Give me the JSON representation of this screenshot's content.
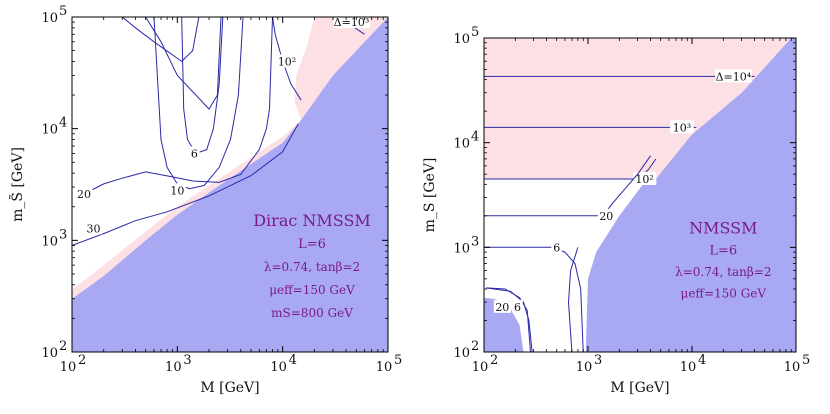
{
  "chart_data": [
    {
      "type": "contour",
      "xlabel": "M  [GeV]",
      "ylabel": "m_S̃  [GeV]",
      "xscale": "log",
      "yscale": "log",
      "xlim": [
        100,
        100000
      ],
      "ylim": [
        100,
        100000
      ],
      "x_ticks": [
        {
          "value": 100,
          "label": "10",
          "exp": "2"
        },
        {
          "value": 1000,
          "label": "10",
          "exp": "3"
        },
        {
          "value": 10000,
          "label": "10",
          "exp": "4"
        },
        {
          "value": 100000,
          "label": "10",
          "exp": "5"
        }
      ],
      "y_ticks": [
        {
          "value": 100,
          "label": "10",
          "exp": "2"
        },
        {
          "value": 1000,
          "label": "10",
          "exp": "3"
        },
        {
          "value": 10000,
          "label": "10",
          "exp": "4"
        },
        {
          "value": 100000,
          "label": "10",
          "exp": "5"
        }
      ],
      "regions": [
        {
          "name": "excluded",
          "color": "#a9a9f3",
          "boundary": [
            [
              100,
              300
            ],
            [
              200,
              480
            ],
            [
              500,
              1000
            ],
            [
              1000,
              1700
            ],
            [
              3000,
              3500
            ],
            [
              10000,
              7500
            ],
            [
              15000,
              12000
            ],
            [
              30000,
              30000
            ],
            [
              60000,
              60000
            ],
            [
              100000,
              100000
            ]
          ]
        },
        {
          "name": "pink",
          "color": "#fde0e3",
          "boundary_low": [
            [
              100,
              300
            ],
            [
              200,
              480
            ],
            [
              500,
              1000
            ],
            [
              1000,
              1700
            ],
            [
              3000,
              3500
            ],
            [
              10000,
              7500
            ],
            [
              15000,
              12000
            ]
          ],
          "boundary_high": [
            [
              100,
              360
            ],
            [
              200,
              600
            ],
            [
              500,
              1200
            ],
            [
              1000,
              2000
            ],
            [
              3000,
              4000
            ],
            [
              10000,
              8500
            ],
            [
              15000,
              12000
            ]
          ]
        },
        {
          "name": "pink-top",
          "color": "#fde0e3",
          "boundary": [
            [
              15000,
              12000
            ],
            [
              13000,
              17000
            ],
            [
              13500,
              30000
            ],
            [
              17000,
              55000
            ],
            [
              20000,
              100000
            ],
            [
              100000,
              100000
            ],
            [
              30000,
              30000
            ]
          ]
        }
      ],
      "contours": [
        {
          "label": "30",
          "label_at": [
            160,
            1280
          ],
          "points": [
            [
              100,
              900
            ],
            [
              200,
              1150
            ],
            [
              400,
              1500
            ],
            [
              800,
              1800
            ],
            [
              2000,
              2500
            ],
            [
              5000,
              3800
            ],
            [
              10000,
              6200
            ],
            [
              14000,
              11000
            ]
          ]
        },
        {
          "label": "20",
          "label_at": [
            130,
            2600
          ],
          "points": [
            [
              130,
              2600
            ],
            [
              200,
              3200
            ],
            [
              300,
              3600
            ],
            [
              500,
              4100
            ],
            [
              900,
              3700
            ],
            [
              1400,
              3400
            ],
            [
              2500,
              3300
            ],
            [
              4000,
              3900
            ],
            [
              6000,
              6500
            ],
            [
              7000,
              10000
            ],
            [
              7500,
              15000
            ],
            [
              8000,
              100000
            ]
          ]
        },
        {
          "label": "10",
          "label_at": [
            1000,
            2800
          ],
          "points": [
            [
              600,
              100000
            ],
            [
              700,
              8000
            ],
            [
              800,
              4500
            ],
            [
              1000,
              3200
            ],
            [
              1300,
              2900
            ],
            [
              1800,
              3100
            ],
            [
              2500,
              4500
            ],
            [
              3200,
              8000
            ],
            [
              3800,
              20000
            ],
            [
              4200,
              100000
            ]
          ]
        },
        {
          "label": "6",
          "label_at": [
            1450,
            6000
          ],
          "points": [
            [
              1100,
              100000
            ],
            [
              1150,
              15000
            ],
            [
              1250,
              8000
            ],
            [
              1500,
              6000
            ],
            [
              1900,
              6500
            ],
            [
              2200,
              10000
            ],
            [
              2500,
              25000
            ],
            [
              2700,
              100000
            ]
          ]
        },
        {
          "label": "",
          "label_at": null,
          "points": [
            [
              500,
              100000
            ],
            [
              700,
              60000
            ],
            [
              1000,
              30000
            ],
            [
              2000,
              15000
            ],
            [
              2400,
              20000
            ],
            [
              2600,
              100000
            ]
          ]
        },
        {
          "label": "",
          "label_at": null,
          "points": [
            [
              300,
              100000
            ],
            [
              400,
              80000
            ],
            [
              600,
              60000
            ],
            [
              1100,
              40000
            ],
            [
              1400,
              50000
            ],
            [
              1600,
              100000
            ]
          ]
        },
        {
          "label": "10²",
          "label_at": [
            11000,
            40000
          ],
          "points": [
            [
              8000,
              100000
            ],
            [
              8500,
              70000
            ],
            [
              10000,
              40000
            ],
            [
              12000,
              25000
            ],
            [
              15000,
              18000
            ]
          ]
        },
        {
          "label": "Δ=10³",
          "label_at": [
            45000,
            90000
          ],
          "points": [
            [
              30000,
              100000
            ],
            [
              40000,
              90000
            ],
            [
              60000,
              70000
            ]
          ]
        }
      ],
      "annotations": [
        {
          "text": "Dirac NMSSM",
          "at": [
            19000,
            1350
          ],
          "size": "big"
        },
        {
          "text": "L=6",
          "at": [
            19000,
            850
          ],
          "size": "normal"
        },
        {
          "text": "λ=0.74, tanβ=2",
          "at": [
            19000,
            530
          ],
          "size": "small"
        },
        {
          "text": "μeff=150 GeV",
          "at": [
            19000,
            330
          ],
          "size": "small"
        },
        {
          "text": "mS=800 GeV",
          "at": [
            19000,
            205
          ],
          "size": "small"
        }
      ]
    },
    {
      "type": "contour",
      "xlabel": "M  [GeV]",
      "ylabel": "m_S  [GeV]",
      "xscale": "log",
      "yscale": "log",
      "xlim": [
        100,
        100000
      ],
      "ylim": [
        100,
        100000
      ],
      "x_ticks": [
        {
          "value": 100,
          "label": "10",
          "exp": "2"
        },
        {
          "value": 1000,
          "label": "10",
          "exp": "3"
        },
        {
          "value": 10000,
          "label": "10",
          "exp": "4"
        },
        {
          "value": 100000,
          "label": "10",
          "exp": "5"
        }
      ],
      "y_ticks": [
        {
          "value": 100,
          "label": "10",
          "exp": "2"
        },
        {
          "value": 1000,
          "label": "10",
          "exp": "3"
        },
        {
          "value": 10000,
          "label": "10",
          "exp": "4"
        },
        {
          "value": 100000,
          "label": "10",
          "exp": "5"
        }
      ],
      "regions": [
        {
          "name": "excluded-main",
          "color": "#a9a9f3",
          "boundary": [
            [
              950,
              100
            ],
            [
              1000,
              500
            ],
            [
              1200,
              900
            ],
            [
              2000,
              2000
            ],
            [
              4000,
              5000
            ],
            [
              10000,
              12000
            ],
            [
              30000,
              30000
            ],
            [
              90000,
              100000
            ],
            [
              100000,
              100000
            ],
            [
              100000,
              100
            ]
          ]
        },
        {
          "name": "excluded-corner",
          "color": "#a9a9f3",
          "boundary": [
            [
              100,
              100
            ],
            [
              100,
              330
            ],
            [
              130,
              320
            ],
            [
              180,
              260
            ],
            [
              220,
              180
            ],
            [
              240,
              100
            ]
          ]
        },
        {
          "name": "pink-top",
          "color": "#fde0e3",
          "boundary": [
            [
              100,
              4500
            ],
            [
              4500,
              4500
            ],
            [
              10000,
              12000
            ],
            [
              30000,
              30000
            ],
            [
              90000,
              100000
            ],
            [
              100,
              100000
            ]
          ]
        }
      ],
      "contours": [
        {
          "label": "Δ=10⁴",
          "label_at": [
            25000,
            43000
          ],
          "points": [
            [
              100,
              43000
            ],
            [
              40000,
              43000
            ]
          ]
        },
        {
          "label": "10³",
          "label_at": [
            8000,
            14000
          ],
          "points": [
            [
              100,
              14000
            ],
            [
              11000,
              14000
            ]
          ]
        },
        {
          "label": "10²",
          "label_at": [
            3500,
            4500
          ],
          "points": [
            [
              100,
              4500
            ],
            [
              3000,
              4500
            ],
            [
              3800,
              5500
            ],
            [
              4500,
              7000
            ]
          ]
        },
        {
          "label": "20",
          "label_at": [
            1500,
            2000
          ],
          "points": [
            [
              100,
              2000
            ],
            [
              1400,
              2000
            ],
            [
              1700,
              2600
            ],
            [
              2200,
              3500
            ],
            [
              3000,
              5000
            ],
            [
              4000,
              7500
            ]
          ]
        },
        {
          "label": "6",
          "label_at": [
            500,
            1000
          ],
          "points": [
            [
              100,
              1000
            ],
            [
              450,
              1000
            ],
            [
              600,
              900
            ],
            [
              750,
              700
            ],
            [
              850,
              400
            ],
            [
              900,
              100
            ]
          ]
        },
        {
          "label": "20",
          "label_at": [
            150,
            270
          ],
          "points": [
            [
              105,
              410
            ],
            [
              160,
              400
            ],
            [
              220,
              330
            ],
            [
              260,
              250
            ],
            [
              280,
              100
            ]
          ]
        },
        {
          "label": "6",
          "label_at": [
            210,
            270
          ],
          "points": [
            [
              105,
              410
            ],
            [
              180,
              380
            ],
            [
              240,
              300
            ],
            [
              270,
              200
            ],
            [
              290,
              100
            ]
          ]
        },
        {
          "label": "",
          "label_at": null,
          "points": [
            [
              700,
              100
            ],
            [
              650,
              300
            ],
            [
              680,
              600
            ],
            [
              800,
              1000
            ]
          ]
        }
      ],
      "annotations": [
        {
          "text": "NMSSM",
          "at": [
            20000,
            1350
          ],
          "size": "big"
        },
        {
          "text": "L=6",
          "at": [
            20000,
            850
          ],
          "size": "normal"
        },
        {
          "text": "λ=0.74, tanβ=2",
          "at": [
            20000,
            530
          ],
          "size": "small"
        },
        {
          "text": "μeff=150 GeV",
          "at": [
            20000,
            330
          ],
          "size": "small"
        }
      ]
    }
  ]
}
